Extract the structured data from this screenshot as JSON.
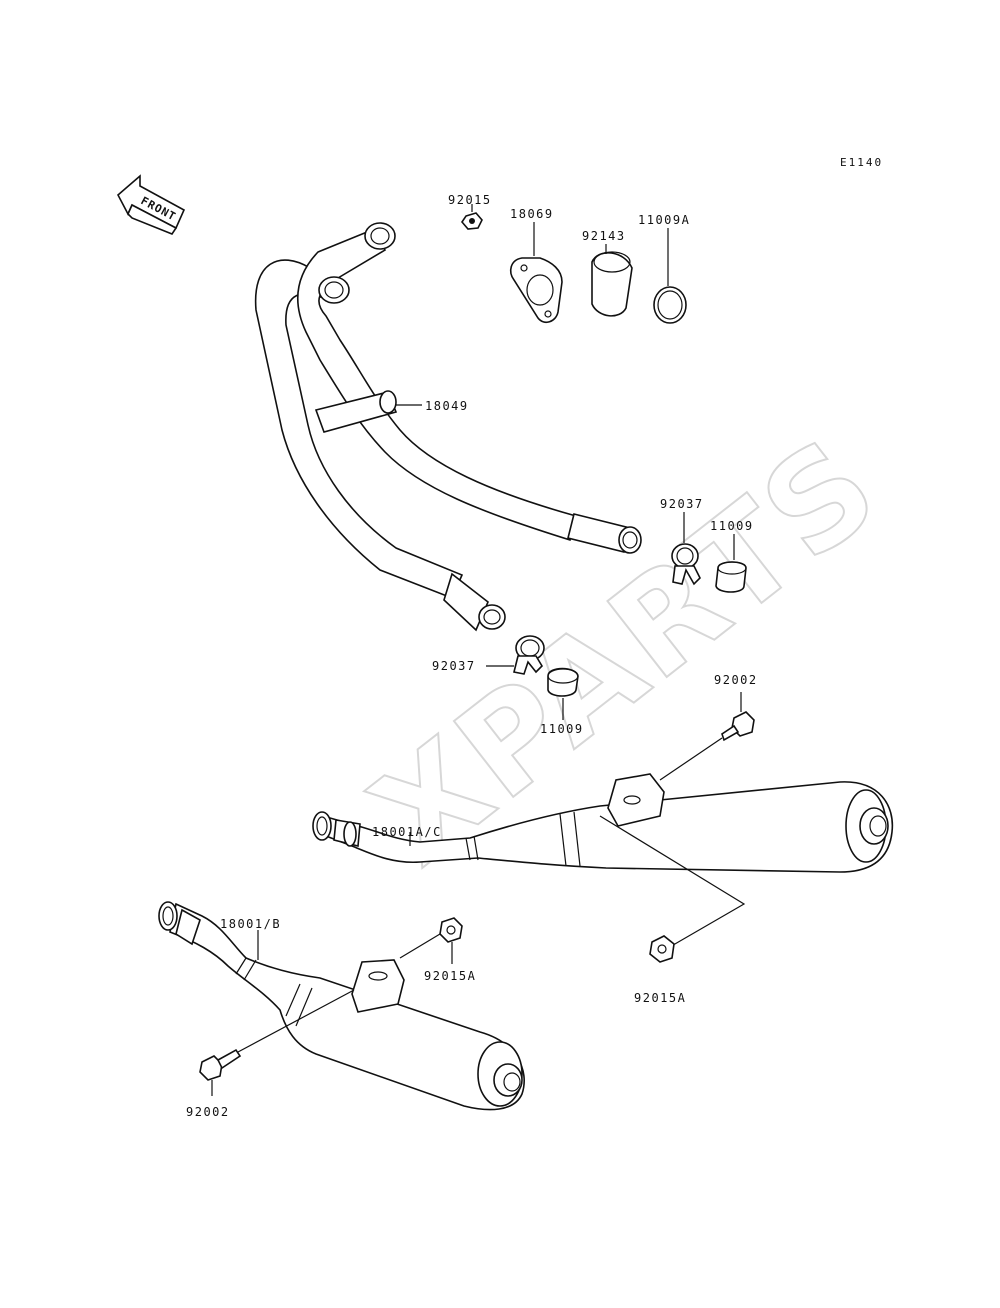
{
  "diagram_code": "E1140",
  "front_label": "FRONT",
  "watermark": "XPARTS",
  "parts": {
    "p92015": "92015",
    "p18069": "18069",
    "p92143": "92143",
    "p11009A": "11009A",
    "p18049": "18049",
    "p92037_right": "92037",
    "p11009_right": "11009",
    "p92037_left": "92037",
    "p11009_left": "11009",
    "p92002_upper": "92002",
    "p18001AC": "18001A/C",
    "p18001B": "18001/B",
    "p92015A_left": "92015A",
    "p92015A_right": "92015A",
    "p92002_lower": "92002"
  },
  "colors": {
    "line": "#111111",
    "watermark": "#d7d7d7",
    "background": "#ffffff"
  }
}
